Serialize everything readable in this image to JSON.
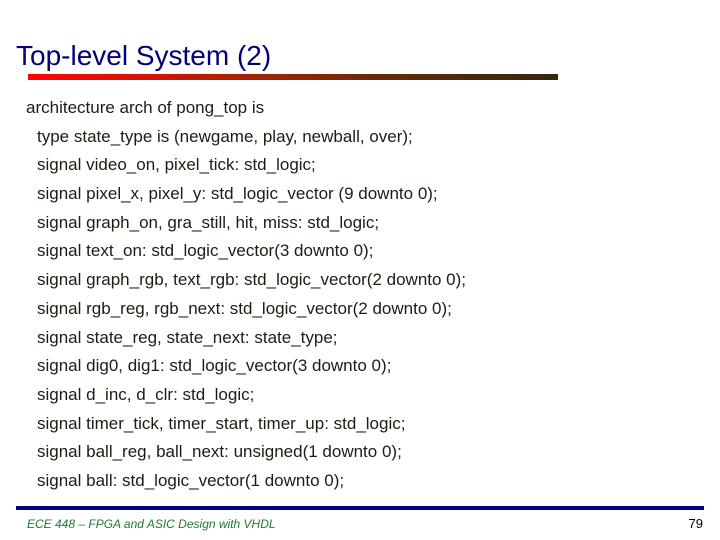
{
  "slide": {
    "title": "Top-level System (2)",
    "title_color": "#00007a",
    "background_color": "#ffffff",
    "rule_gradient_start": "#ff0000",
    "rule_gradient_end": "#33280c"
  },
  "code": {
    "language": "VHDL",
    "lines": [
      {
        "text": "architecture arch of pong_top is",
        "indent": 0
      },
      {
        "text": "type state_type is (newgame, play, newball, over);",
        "indent": 1
      },
      {
        "text": "signal video_on, pixel_tick: std_logic;",
        "indent": 1
      },
      {
        "text": "signal pixel_x, pixel_y: std_logic_vector (9 downto 0);",
        "indent": 1
      },
      {
        "text": "signal graph_on, gra_still, hit, miss: std_logic;",
        "indent": 1
      },
      {
        "text": "signal text_on: std_logic_vector(3 downto 0);",
        "indent": 1
      },
      {
        "text": "signal graph_rgb, text_rgb: std_logic_vector(2 downto 0);",
        "indent": 1
      },
      {
        "text": "signal rgb_reg, rgb_next: std_logic_vector(2 downto 0);",
        "indent": 1
      },
      {
        "text": "signal state_reg, state_next: state_type;",
        "indent": 1
      },
      {
        "text": "signal dig0, dig1: std_logic_vector(3 downto 0);",
        "indent": 1
      },
      {
        "text": "signal d_inc, d_clr: std_logic;",
        "indent": 1
      },
      {
        "text": "signal timer_tick, timer_start, timer_up: std_logic;",
        "indent": 1
      },
      {
        "text": "signal ball_reg, ball_next: unsigned(1 downto 0);",
        "indent": 1
      },
      {
        "text": "signal ball: std_logic_vector(1 downto 0);",
        "indent": 1
      }
    ]
  },
  "footer": {
    "course_text": "ECE 448 – FPGA and ASIC Design with VHDL",
    "course_text_color": "#1f7a33",
    "page_number": "79",
    "rule_color": "#00007f"
  }
}
